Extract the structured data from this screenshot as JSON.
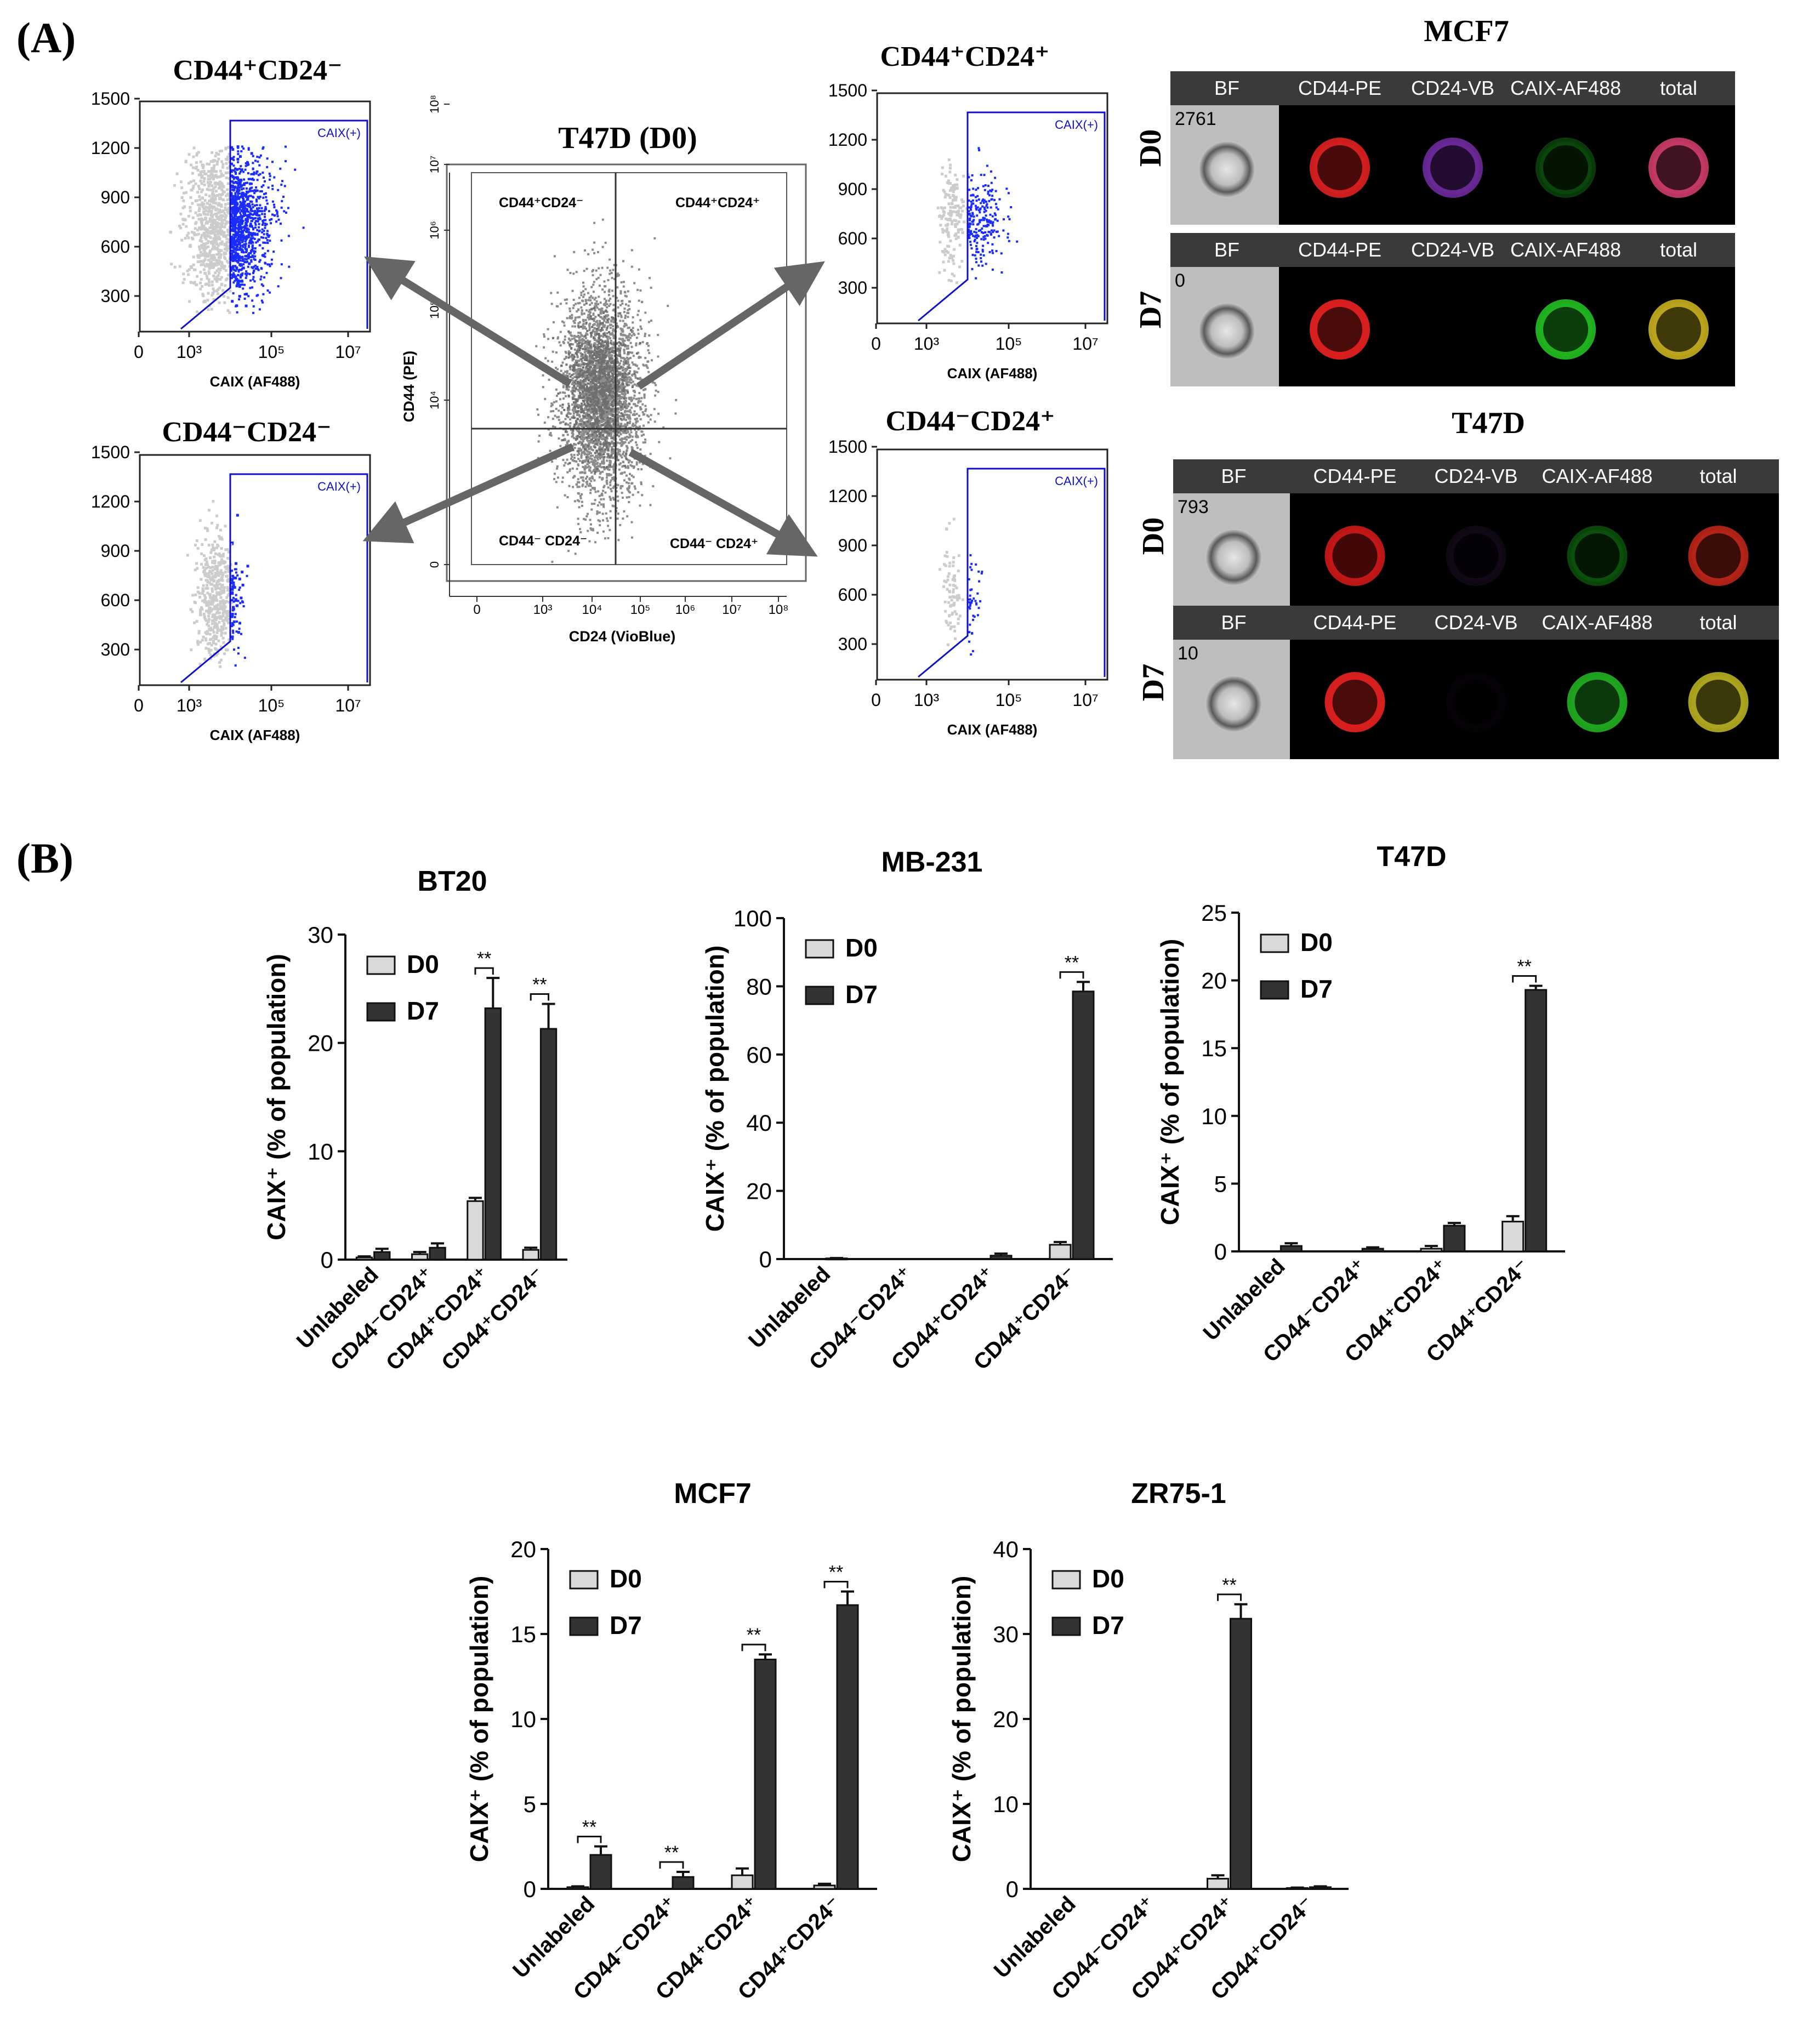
{
  "panel_a": {
    "label": "(A)",
    "scatter_title": "T47D (D0)",
    "scatter_quadrants": [
      "CD44⁺CD24⁻",
      "CD44⁺CD24⁺",
      "CD44⁻ CD24⁻",
      "CD44⁻ CD24⁺"
    ],
    "scatter_xlabel": "CD24 (VioBlue)",
    "scatter_ylabel": "CD44 (PE)",
    "scatter_xticks": [
      "0",
      "10³",
      "10⁴",
      "10⁵",
      "10⁶",
      "10⁷",
      "10⁸"
    ],
    "scatter_yticks": [
      "0",
      "10⁴",
      "10⁵",
      "10⁶",
      "10⁷",
      "10⁸"
    ],
    "hist_gate_label": "CAIX(+)",
    "hist_xlabel": "CAIX (AF488)",
    "hist_xticks": [
      "0",
      "10³",
      "10⁵",
      "10⁷"
    ],
    "hist_yticks": [
      "300",
      "600",
      "900",
      "1200",
      "1500"
    ],
    "histograms": [
      {
        "title": "CD44⁺CD24⁻"
      },
      {
        "title": "CD44⁻CD24⁻"
      },
      {
        "title": "CD44⁺CD24⁺"
      },
      {
        "title": "CD44⁻CD24⁺"
      }
    ],
    "image_channels": [
      "BF",
      "CD44-PE",
      "CD24-VB",
      "CAIX-AF488",
      "total"
    ],
    "imaging": [
      {
        "cell_line": "MCF7",
        "rows": [
          {
            "day": "D0",
            "object_id": "2761"
          },
          {
            "day": "D7",
            "object_id": "0"
          }
        ]
      },
      {
        "cell_line": "T47D",
        "rows": [
          {
            "day": "D0",
            "object_id": "793"
          },
          {
            "day": "D7",
            "object_id": "10"
          }
        ]
      }
    ]
  },
  "panel_b": {
    "label": "(B)",
    "ylabel_main": "CAIX⁺",
    "ylabel_sub": "(% of population)",
    "significance": "**"
  },
  "colors": {
    "d0": "#d9d9d9",
    "d7": "#333333",
    "gate": "#1010c8",
    "events": "#cccccc",
    "gated_events": "#1a2cff",
    "header_bar": "#3a3a3a"
  },
  "chart_data": [
    {
      "type": "bar",
      "title": "BT20",
      "categories": [
        "Unlabeled",
        "CD44⁻CD24⁺",
        "CD44⁺CD24⁺",
        "CD44⁺CD24⁻"
      ],
      "series": [
        {
          "name": "D0",
          "values": [
            0.2,
            0.5,
            5.4,
            0.9
          ],
          "errors": [
            0.1,
            0.2,
            0.3,
            0.2
          ]
        },
        {
          "name": "D7",
          "values": [
            0.7,
            1.1,
            23.2,
            21.3
          ],
          "errors": [
            0.3,
            0.4,
            2.8,
            2.3
          ]
        }
      ],
      "ylabel": "CAIX⁺ (% of population)",
      "ylim": [
        0,
        30
      ],
      "yticks": [
        0,
        10,
        20,
        30
      ],
      "significance": [
        2,
        3
      ],
      "legend": "top-left"
    },
    {
      "type": "bar",
      "title": "MB-231",
      "categories": [
        "Unlabeled",
        "CD44⁻CD24⁺",
        "CD44⁺CD24⁺",
        "CD44⁺CD24⁻"
      ],
      "series": [
        {
          "name": "D0",
          "values": [
            0,
            0,
            0,
            4.2
          ],
          "errors": [
            0,
            0,
            0,
            0.8
          ]
        },
        {
          "name": "D7",
          "values": [
            0.2,
            0,
            1.0,
            78.5
          ],
          "errors": [
            0.1,
            0,
            0.6,
            2.8
          ]
        }
      ],
      "ylabel": "CAIX⁺ (% of population)",
      "ylim": [
        0,
        100
      ],
      "yticks": [
        0,
        20,
        40,
        60,
        80,
        100
      ],
      "significance": [
        3
      ],
      "legend": "top-left"
    },
    {
      "type": "bar",
      "title": "T47D",
      "categories": [
        "Unlabeled",
        "CD44⁻CD24⁺",
        "CD44⁺CD24⁺",
        "CD44⁺CD24⁻"
      ],
      "series": [
        {
          "name": "D0",
          "values": [
            0,
            0,
            0.2,
            2.2
          ],
          "errors": [
            0,
            0,
            0.2,
            0.4
          ]
        },
        {
          "name": "D7",
          "values": [
            0.4,
            0.2,
            1.9,
            19.3
          ],
          "errors": [
            0.2,
            0.1,
            0.2,
            0.3
          ]
        }
      ],
      "ylabel": "CAIX⁺ (% of population)",
      "ylim": [
        0,
        25
      ],
      "yticks": [
        0,
        5,
        10,
        15,
        20,
        25
      ],
      "significance": [
        3
      ],
      "legend": "top-left"
    },
    {
      "type": "bar",
      "title": "MCF7",
      "categories": [
        "Unlabeled",
        "CD44⁻CD24⁺",
        "CD44⁺CD24⁺",
        "CD44⁺CD24⁻"
      ],
      "series": [
        {
          "name": "D0",
          "values": [
            0.1,
            0,
            0.8,
            0.2
          ],
          "errors": [
            0.05,
            0,
            0.4,
            0.1
          ]
        },
        {
          "name": "D7",
          "values": [
            2.0,
            0.7,
            13.5,
            16.7
          ],
          "errors": [
            0.5,
            0.3,
            0.3,
            0.8
          ]
        }
      ],
      "ylabel": "CAIX⁺ (% of population)",
      "ylim": [
        0,
        20
      ],
      "yticks": [
        0,
        5,
        10,
        15,
        20
      ],
      "significance": [
        0,
        1,
        2,
        3
      ],
      "legend": "top-left"
    },
    {
      "type": "bar",
      "title": "ZR75-1",
      "categories": [
        "Unlabeled",
        "CD44⁻CD24⁺",
        "CD44⁺CD24⁺",
        "CD44⁺CD24⁻"
      ],
      "series": [
        {
          "name": "D0",
          "values": [
            0,
            0,
            1.2,
            0.1
          ],
          "errors": [
            0,
            0,
            0.4,
            0.05
          ]
        },
        {
          "name": "D7",
          "values": [
            0,
            0,
            31.8,
            0.2
          ],
          "errors": [
            0,
            0,
            1.7,
            0.1
          ]
        }
      ],
      "ylabel": "CAIX⁺ (% of population)",
      "ylim": [
        0,
        40
      ],
      "yticks": [
        0,
        10,
        20,
        30,
        40
      ],
      "significance": [
        2
      ],
      "legend": "top-left"
    }
  ]
}
